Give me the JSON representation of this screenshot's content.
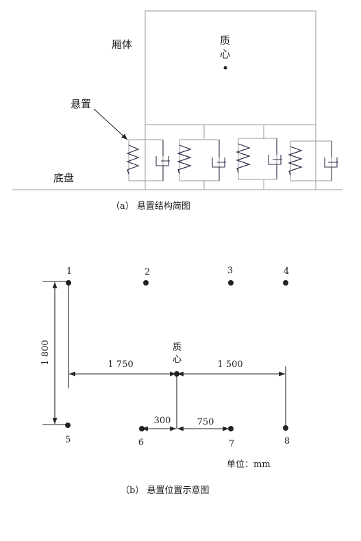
{
  "top": {
    "body_label": "厢体",
    "cg_label": [
      "质",
      "心"
    ],
    "mount_label": "悬置",
    "chassis_label": "底盘",
    "caption": "（a） 悬置结构简图"
  },
  "bottom": {
    "points": [
      {
        "label": "1"
      },
      {
        "label": "2"
      },
      {
        "label": "3"
      },
      {
        "label": "4"
      },
      {
        "label": "5"
      },
      {
        "label": "6"
      },
      {
        "label": "7"
      },
      {
        "label": "8"
      }
    ],
    "cg_label": [
      "质",
      "心"
    ],
    "dims": {
      "height": "1 800",
      "left": "1 750",
      "right": "1 500",
      "d300": "300",
      "d750": "750"
    },
    "unit": "单位：mm",
    "caption": "（b） 悬置位置示意图"
  },
  "colors": {
    "line": "#222222",
    "box": "#9a9a9a",
    "spring": "#2a2a4a"
  }
}
